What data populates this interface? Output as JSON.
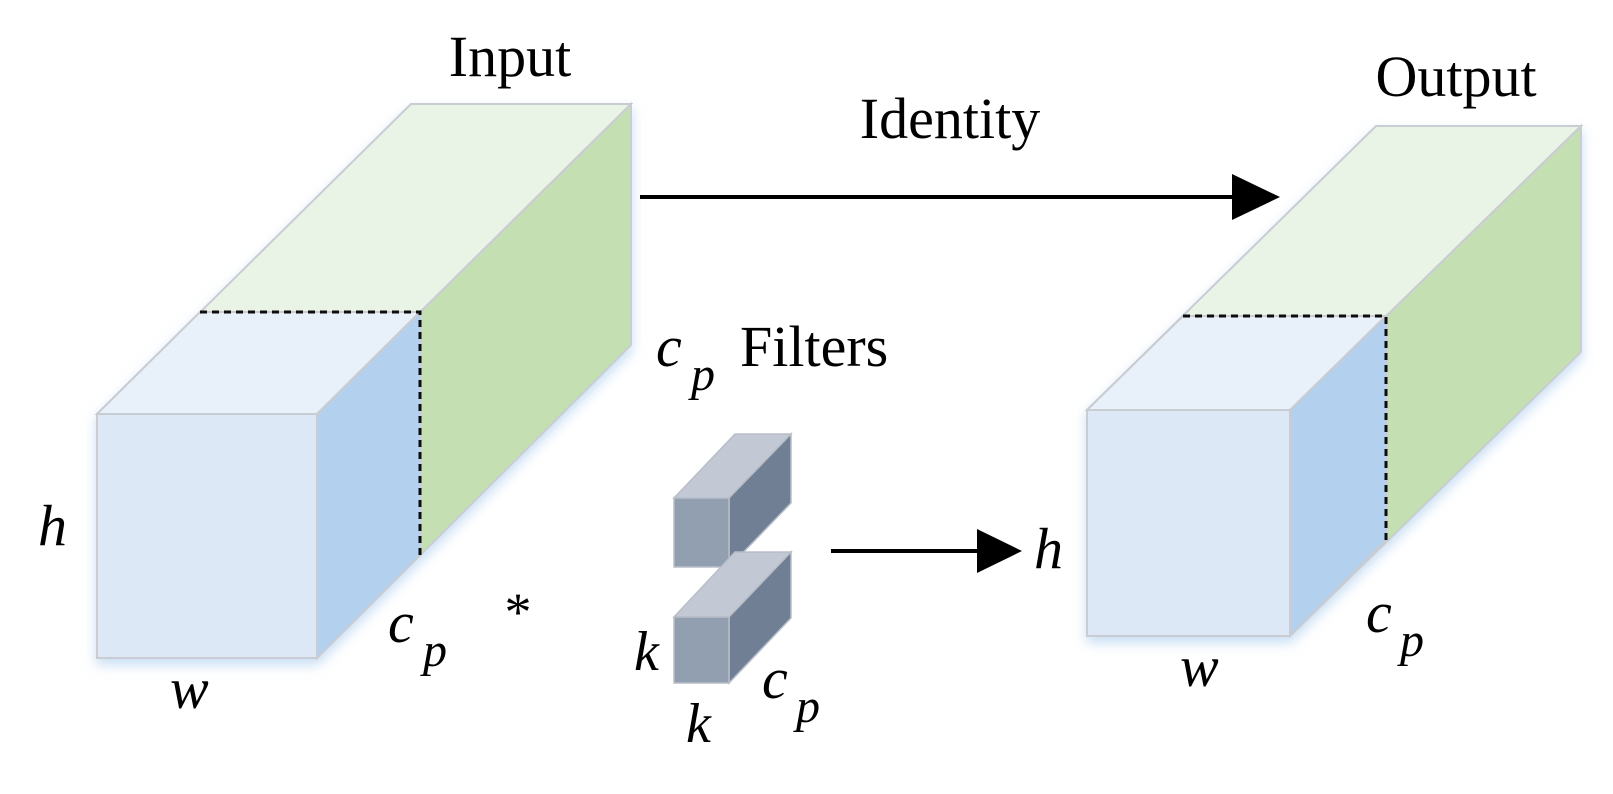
{
  "colors": {
    "input_front": "#dce8f6",
    "input_top": "#eaf4e6",
    "input_side": "#c4e0b3",
    "partial_side": "#b3d1ee",
    "partial_top": "#e8f0fa",
    "filter_front": "#929fb0",
    "filter_top": "#c2c9d4",
    "filter_side": "#717f95"
  },
  "labels": {
    "input": "Input",
    "output": "Output",
    "identity": "Identity",
    "filters_c": "c",
    "filters_sub": "p",
    "filters_text": "Filters",
    "input_h": "h",
    "input_w": "w",
    "input_c": "c",
    "input_c_sub": "p",
    "conv_op": "*",
    "filter_k_side": "k",
    "filter_k_bottom": "k",
    "filter_c": "c",
    "filter_c_sub": "p",
    "result_h": "h",
    "output_w": "w",
    "output_c": "c",
    "output_c_sub": "p"
  }
}
